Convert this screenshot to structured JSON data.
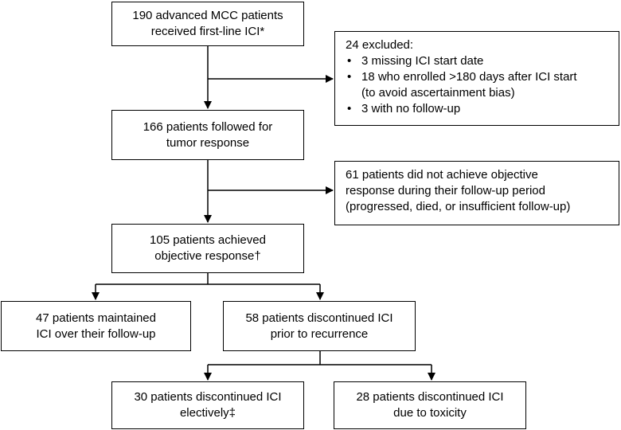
{
  "boxes": {
    "initial": {
      "line1": "190 advanced MCC patients",
      "line2": "received first-line ICI*"
    },
    "excluded": {
      "title": "24 excluded:",
      "items": [
        {
          "lines": [
            "3 missing ICI start date"
          ]
        },
        {
          "lines": [
            "18 who enrolled >180 days after ICI start",
            "(to avoid ascertainment bias)"
          ]
        },
        {
          "lines": [
            "3 with no follow-up"
          ]
        }
      ]
    },
    "followed": {
      "line1": "166 patients followed for",
      "line2": "tumor response"
    },
    "no_response": {
      "line1": "61 patients did not achieve objective",
      "line2": "response during their follow-up period",
      "line3": "(progressed, died, or insufficient follow-up)"
    },
    "responded": {
      "line1": "105 patients achieved",
      "line2": "objective response†"
    },
    "maintained": {
      "line1": "47 patients maintained",
      "line2": "ICI over their follow-up"
    },
    "discontinued": {
      "line1": "58 patients discontinued ICI",
      "line2": "prior to recurrence"
    },
    "elective": {
      "line1": "30 patients discontinued ICI",
      "line2": "electively‡"
    },
    "toxicity": {
      "line1": "28 patients discontinued ICI",
      "line2": "due to toxicity"
    }
  }
}
